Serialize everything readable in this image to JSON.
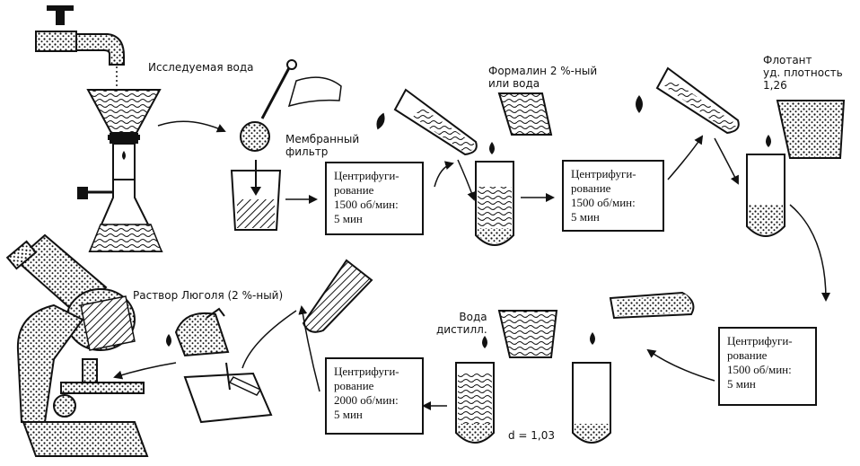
{
  "labels": {
    "water": "Исследуемая вода",
    "membrane": "Мембранный\nфильтр",
    "formalin": "Формалин 2 %-ный\nили вода",
    "flotant": "Флотант\nуд. плотность\n1,26",
    "lugol": "Раствор Люголя (2 %-ный)",
    "distilled": "Вода\nдистилл.",
    "density": "d = 1,03"
  },
  "boxes": {
    "c1": "Центрифуги-\nрование\n1500 об/мин:\n5 мин",
    "c2": "Центрифуги-\nрование\n1500 об/мин:\n5 мин",
    "c3": "Центрифуги-\nрование\n1500 об/мин:\n5 мин",
    "c4": "Центрифуги-\nрование\n2000 об/мин:\n5 мин"
  }
}
